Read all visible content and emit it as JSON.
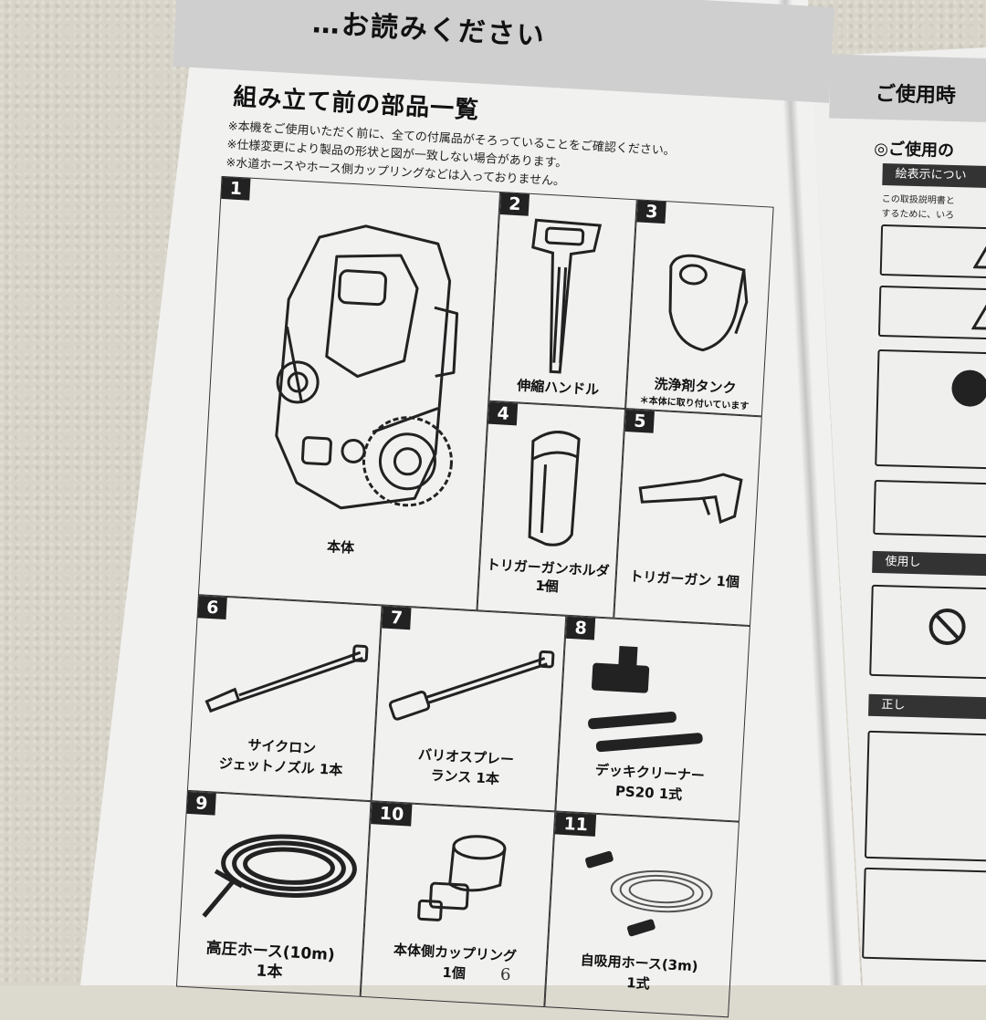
{
  "left_page": {
    "top_title": "…お読みください",
    "section_title": "組み立て前の部品一覧",
    "notes": [
      "※本機をご使用いただく前に、全ての付属品がそろっていることをご確認ください。",
      "※仕様変更により製品の形状と図が一致しない場合があります。",
      "※水道ホースやホース側カップリングなどは入っておりません。"
    ],
    "parts": [
      {
        "num": "1",
        "label": "本体",
        "sub": ""
      },
      {
        "num": "2",
        "label": "伸縮ハンドル",
        "sub": ""
      },
      {
        "num": "3",
        "label": "洗浄剤タンク",
        "sub": "＊本体に取り付いています"
      },
      {
        "num": "4",
        "label": "トリガーガンホルダー",
        "sub": "1個"
      },
      {
        "num": "5",
        "label": "トリガーガン 1個",
        "sub": ""
      },
      {
        "num": "6",
        "label": "サイクロン",
        "sub": "ジェットノズル 1本"
      },
      {
        "num": "7",
        "label": "バリオスプレー",
        "sub": "ランス 1本"
      },
      {
        "num": "8",
        "label": "デッキクリーナー",
        "sub": "PS20 1式"
      },
      {
        "num": "9",
        "label": "高圧ホース(10m)",
        "sub": "1本"
      },
      {
        "num": "10",
        "label": "本体側カップリング",
        "sub": "1個"
      },
      {
        "num": "11",
        "label": "自吸用ホース(3m)",
        "sub": "1式"
      }
    ],
    "page_number": "6"
  },
  "right_page": {
    "title": "ご使用時",
    "subtitle": "◎ご使用の",
    "bar1": "絵表示につい",
    "text1": "この取扱説明書と",
    "text2": "するために、いろ",
    "bar2": "使用し",
    "bar3": "正し"
  }
}
